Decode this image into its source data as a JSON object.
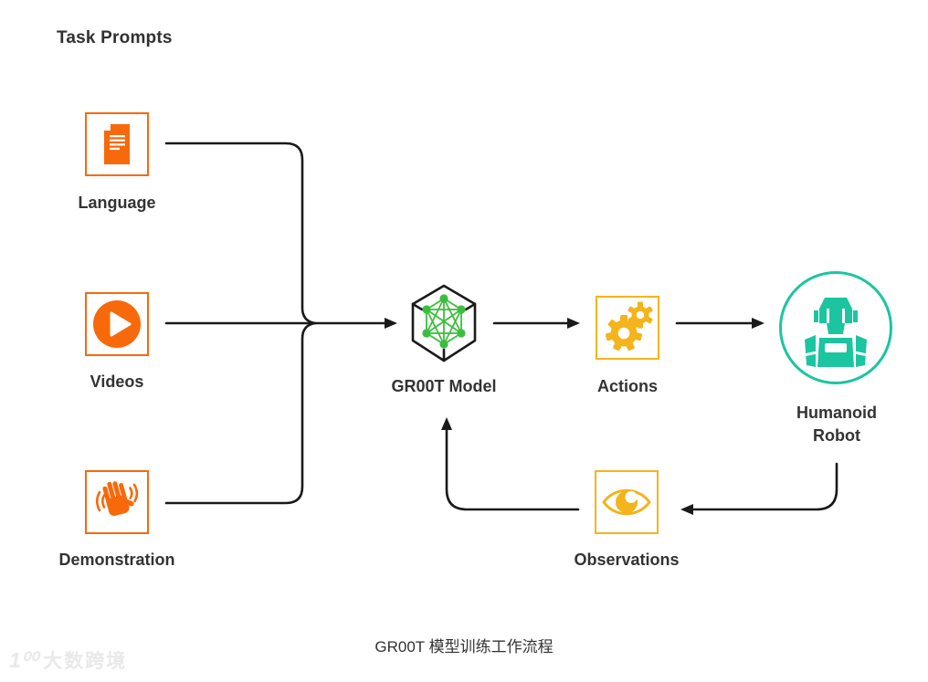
{
  "header": {
    "title": "Task Prompts"
  },
  "nodes": {
    "language": {
      "label": "Language",
      "icon": "document-icon",
      "color": "#F8690B"
    },
    "videos": {
      "label": "Videos",
      "icon": "play-icon",
      "color": "#F8690B"
    },
    "demonstration": {
      "label": "Demonstration",
      "icon": "waving-hand-icon",
      "color": "#F8690B"
    },
    "groot": {
      "label": "GR00T Model",
      "icon": "cube-network-icon",
      "cube_color": "#1A1A1A",
      "network_color": "#3DBD3D"
    },
    "actions": {
      "label": "Actions",
      "icon": "gears-icon",
      "color": "#F3B41C"
    },
    "humanoid_robot": {
      "label": "Humanoid Robot",
      "icon": "robot-icon",
      "color": "#1BC5A0"
    },
    "observations": {
      "label": "Observations",
      "icon": "eye-icon",
      "color": "#F3B41C"
    }
  },
  "edges": [
    {
      "from": "language",
      "to": "groot"
    },
    {
      "from": "videos",
      "to": "groot"
    },
    {
      "from": "demonstration",
      "to": "groot"
    },
    {
      "from": "groot",
      "to": "actions"
    },
    {
      "from": "actions",
      "to": "humanoid_robot"
    },
    {
      "from": "humanoid_robot",
      "to": "observations"
    },
    {
      "from": "observations",
      "to": "groot"
    }
  ],
  "caption": "GR00T 模型训练工作流程",
  "watermark": {
    "logo": "1⁰⁰",
    "text": "大数跨境"
  },
  "colors": {
    "orange": "#F8690B",
    "yellow": "#F3B41C",
    "teal": "#1BC5A0",
    "green": "#3DBD3D",
    "line": "#1A1A1A",
    "text": "#333333",
    "watermark": "#E9E9E9",
    "background": "#FFFFFF"
  }
}
